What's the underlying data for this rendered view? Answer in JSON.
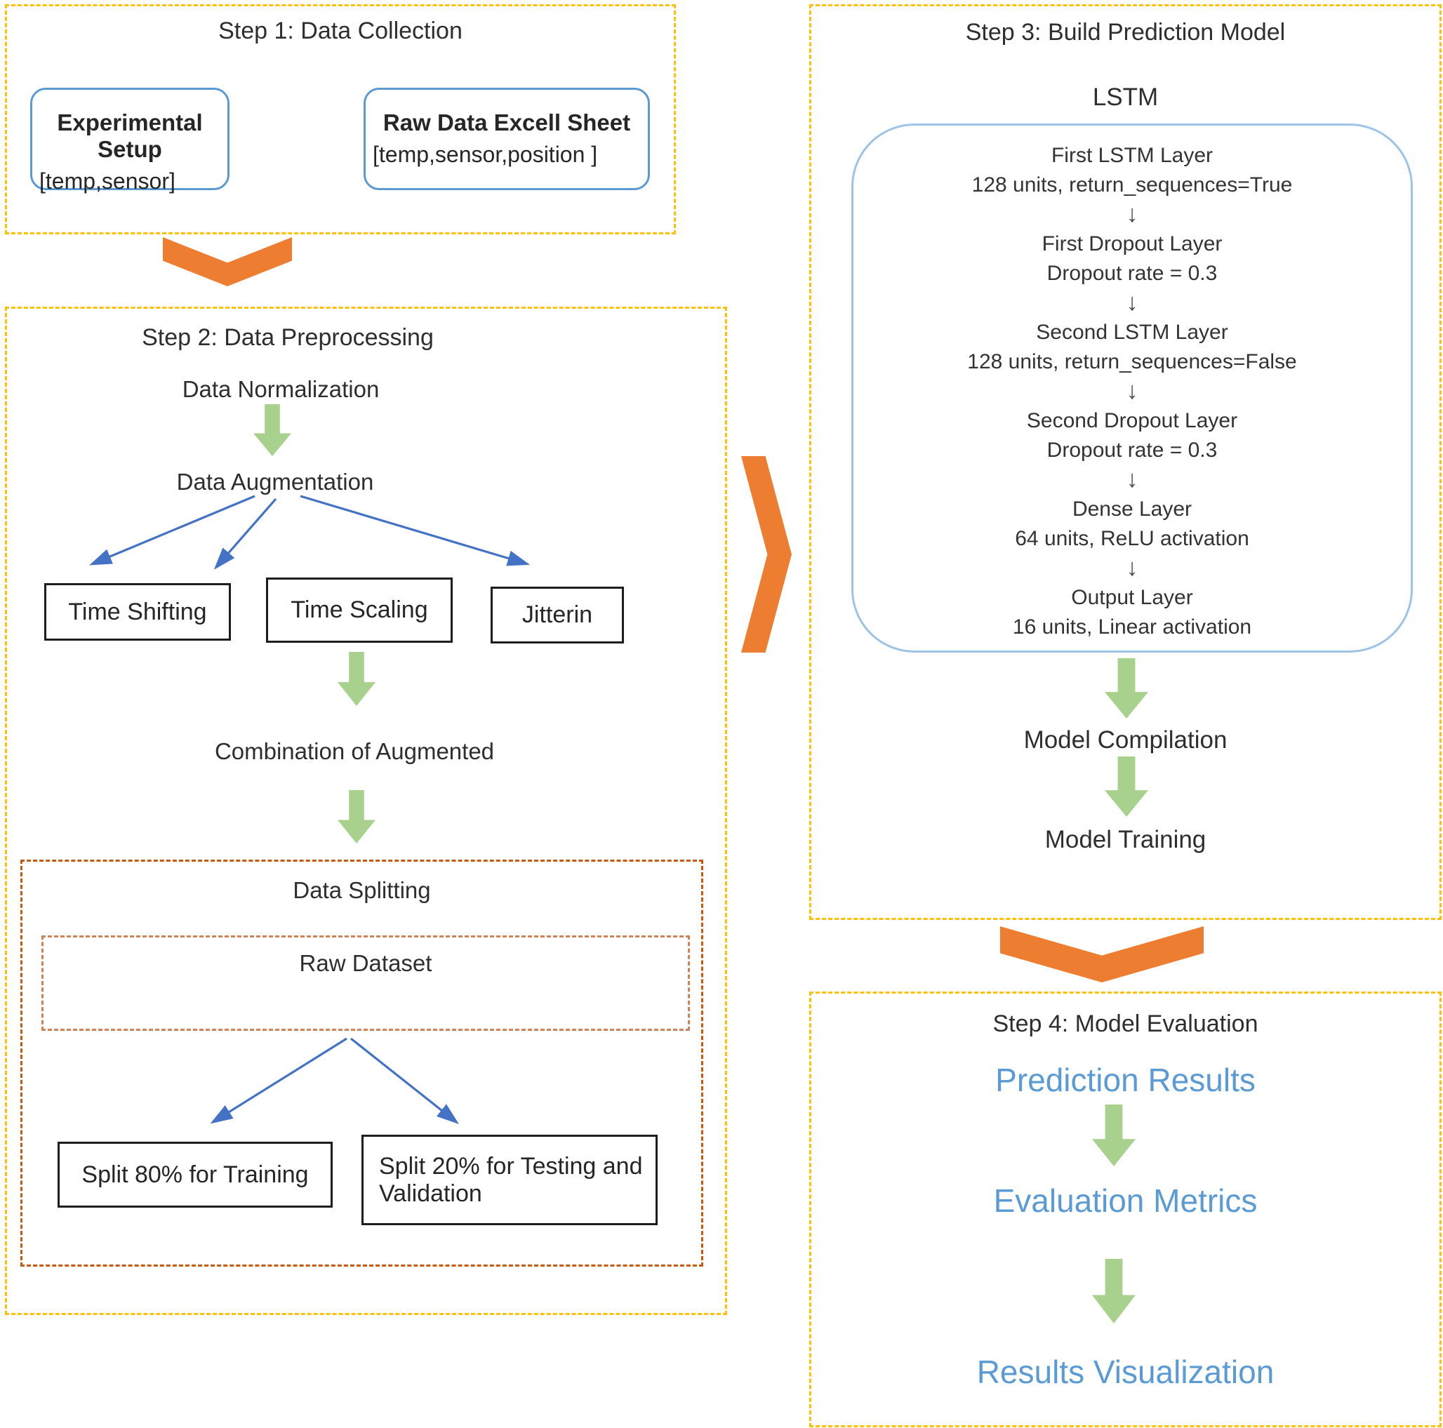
{
  "colors": {
    "container_dash": "#FFC107",
    "chevron_orange": "#ED7D31",
    "green_arrow": "#A9D18E",
    "blue_arrow": "#4472C4",
    "blue_box_border": "#5B9BD5",
    "lstm_box_border": "#9DC3E6",
    "split_outer_dash": "#C55A11",
    "split_inner_dash": "#CE8457",
    "blue_text": "#5B9BD5"
  },
  "step1": {
    "title": "Step 1: Data Collection",
    "box_experimental": {
      "title": "Experimental Setup",
      "subtitle": "[temp,sensor]"
    },
    "box_rawdata": {
      "title": "Raw Data Excell Sheet",
      "subtitle": "[temp,sensor,position ]"
    }
  },
  "step2": {
    "title": "Step 2: Data Preprocessing",
    "normalization": "Data Normalization",
    "augmentation": "Data Augmentation",
    "methods": [
      {
        "label": "Time Shifting"
      },
      {
        "label": "Time Scaling"
      },
      {
        "label": "Jitterin"
      }
    ],
    "combination": "Combination of Augmented",
    "splitting": {
      "title": "Data Splitting",
      "raw_dataset": "Raw Dataset",
      "split_train": "Split 80% for Training",
      "split_test": "Split 20% for Testing and Validation"
    }
  },
  "step3": {
    "title": "Step 3: Build Prediction Model",
    "model_name": "LSTM",
    "arrow_glyph": "↓",
    "layers": [
      {
        "name": "First LSTM Layer",
        "detail": "128 units, return_sequences=True"
      },
      {
        "name": "First Dropout Layer",
        "detail": "Dropout rate = 0.3"
      },
      {
        "name": "Second LSTM Layer",
        "detail": "128 units, return_sequences=False"
      },
      {
        "name": "Second Dropout Layer",
        "detail": "Dropout rate = 0.3"
      },
      {
        "name": "Dense Layer",
        "detail": "64 units, ReLU activation"
      },
      {
        "name": "Output Layer",
        "detail": "16 units, Linear activation"
      }
    ],
    "compilation": "Model Compilation",
    "training": "Model Training"
  },
  "step4": {
    "title": "Step 4: Model Evaluation",
    "items": [
      {
        "label": "Prediction Results"
      },
      {
        "label": "Evaluation Metrics"
      },
      {
        "label": "Results Visualization"
      }
    ]
  }
}
